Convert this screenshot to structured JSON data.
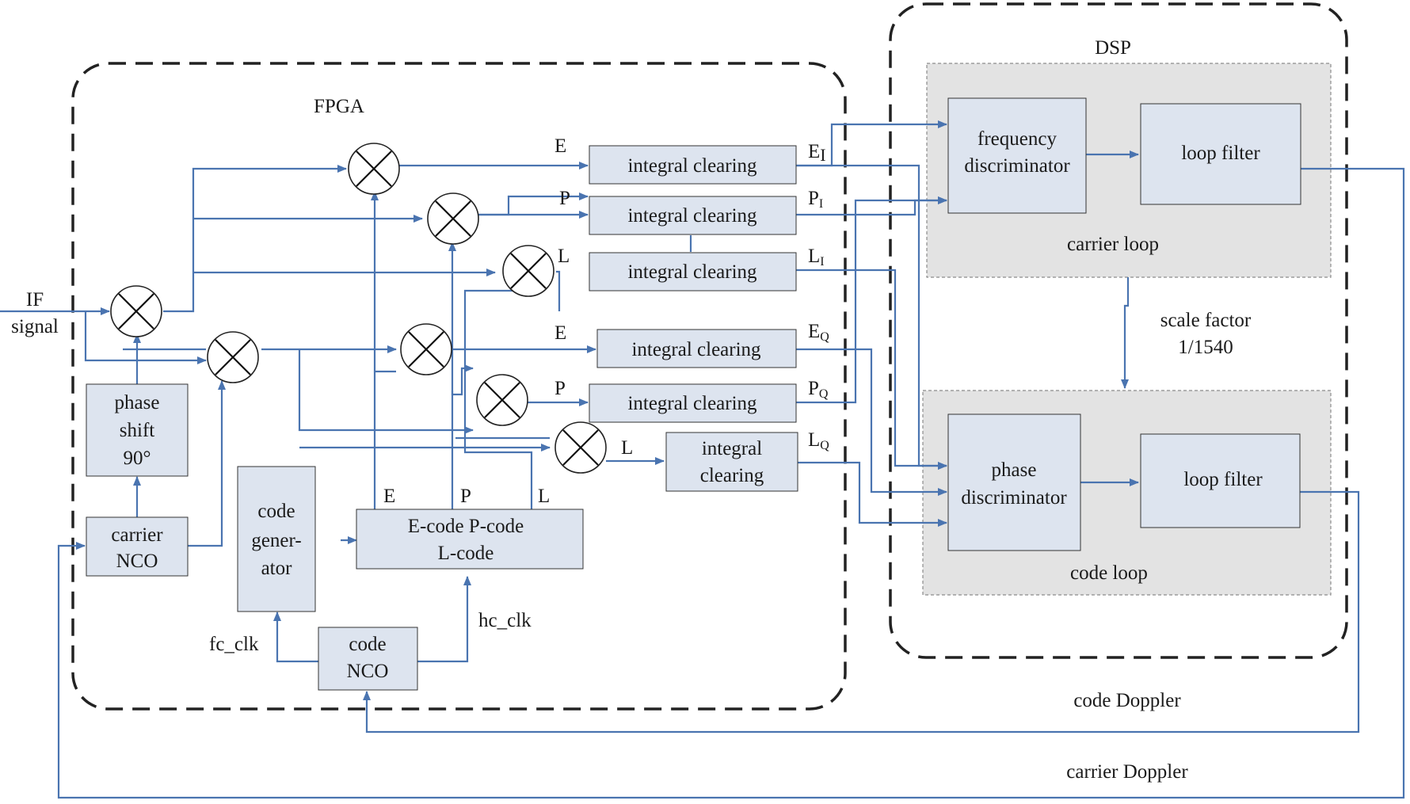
{
  "regions": {
    "fpga": "FPGA",
    "dsp": "DSP",
    "carrier_loop": "carrier loop",
    "code_loop": "code loop"
  },
  "blocks": {
    "phase_shift": [
      "phase",
      "shift",
      "90°"
    ],
    "carrier_nco": [
      "carrier",
      "NCO"
    ],
    "code_generator": [
      "code",
      "gener-",
      "ator"
    ],
    "code_nco": [
      "code",
      "NCO"
    ],
    "code_replica": [
      "E-code P-code",
      "L-code"
    ],
    "integral_clearing": "integral clearing",
    "integral_clearing_split": [
      "integral",
      "clearing"
    ],
    "frequency_discriminator": [
      "frequency",
      "discriminator"
    ],
    "phase_discriminator": [
      "phase",
      "discriminator"
    ],
    "loop_filter": "loop filter"
  },
  "labels": {
    "if_signal": [
      "IF",
      "signal"
    ],
    "e": "E",
    "p": "P",
    "l": "L",
    "letter_i": "I",
    "letter_q": "Q",
    "fc_clk": "fc_clk",
    "hc_clk": "hc_clk",
    "scale_factor": [
      "scale factor",
      "1/1540"
    ],
    "code_doppler": "code Doppler",
    "carrier_doppler": "carrier Doppler"
  },
  "colors": {
    "wire": "#4a74b0",
    "block_fill": "#dde4ef",
    "region_fill": "#e3e3e3"
  }
}
